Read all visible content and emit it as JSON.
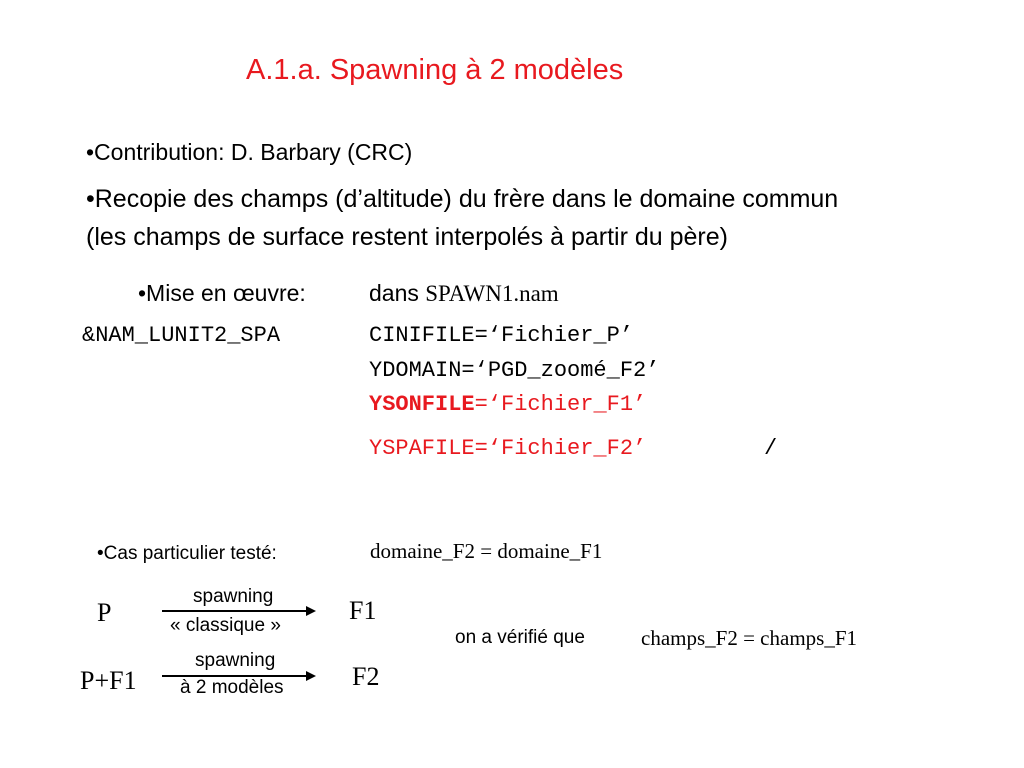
{
  "title": "A.1.a. Spawning à 2 modèles",
  "bullets": {
    "contribution": "•Contribution: D. Barbary (CRC)",
    "recopie_line1": "•Recopie des champs (d’altitude) du frère dans le domaine commun",
    "recopie_line2": "(les champs de surface restent interpolés à partir du père)",
    "mise_en_oeuvre": "•Mise en œuvre:",
    "dans": "dans",
    "namelist_file": "SPAWN1.nam"
  },
  "namelist": {
    "block_name": "&NAM_LUNIT2_SPA",
    "line1": "CINIFILE=‘Fichier_P’",
    "line2": "YDOMAIN=‘PGD_zoomé_F2’",
    "line3_key": "YSONFILE",
    "line3_value": "=‘Fichier_F1’",
    "line4": "YSPAFILE=‘Fichier_F2’",
    "terminator": "/"
  },
  "case": {
    "label": "•Cas particulier testé:",
    "domain_eq": "domaine_F2 = domaine_F1",
    "verified": "on a vérifié que",
    "fields_eq": "champs_F2 = champs_F1"
  },
  "diagram": {
    "row1": {
      "source": "P",
      "label_top": "spawning",
      "label_bottom": "« classique »",
      "target": "F1"
    },
    "row2": {
      "source": "P+F1",
      "label_top": "spawning",
      "label_bottom": "à 2 modèles",
      "target": "F2"
    }
  },
  "colors": {
    "title": "#e8191f",
    "highlight": "#e8191f",
    "text": "#000000"
  }
}
